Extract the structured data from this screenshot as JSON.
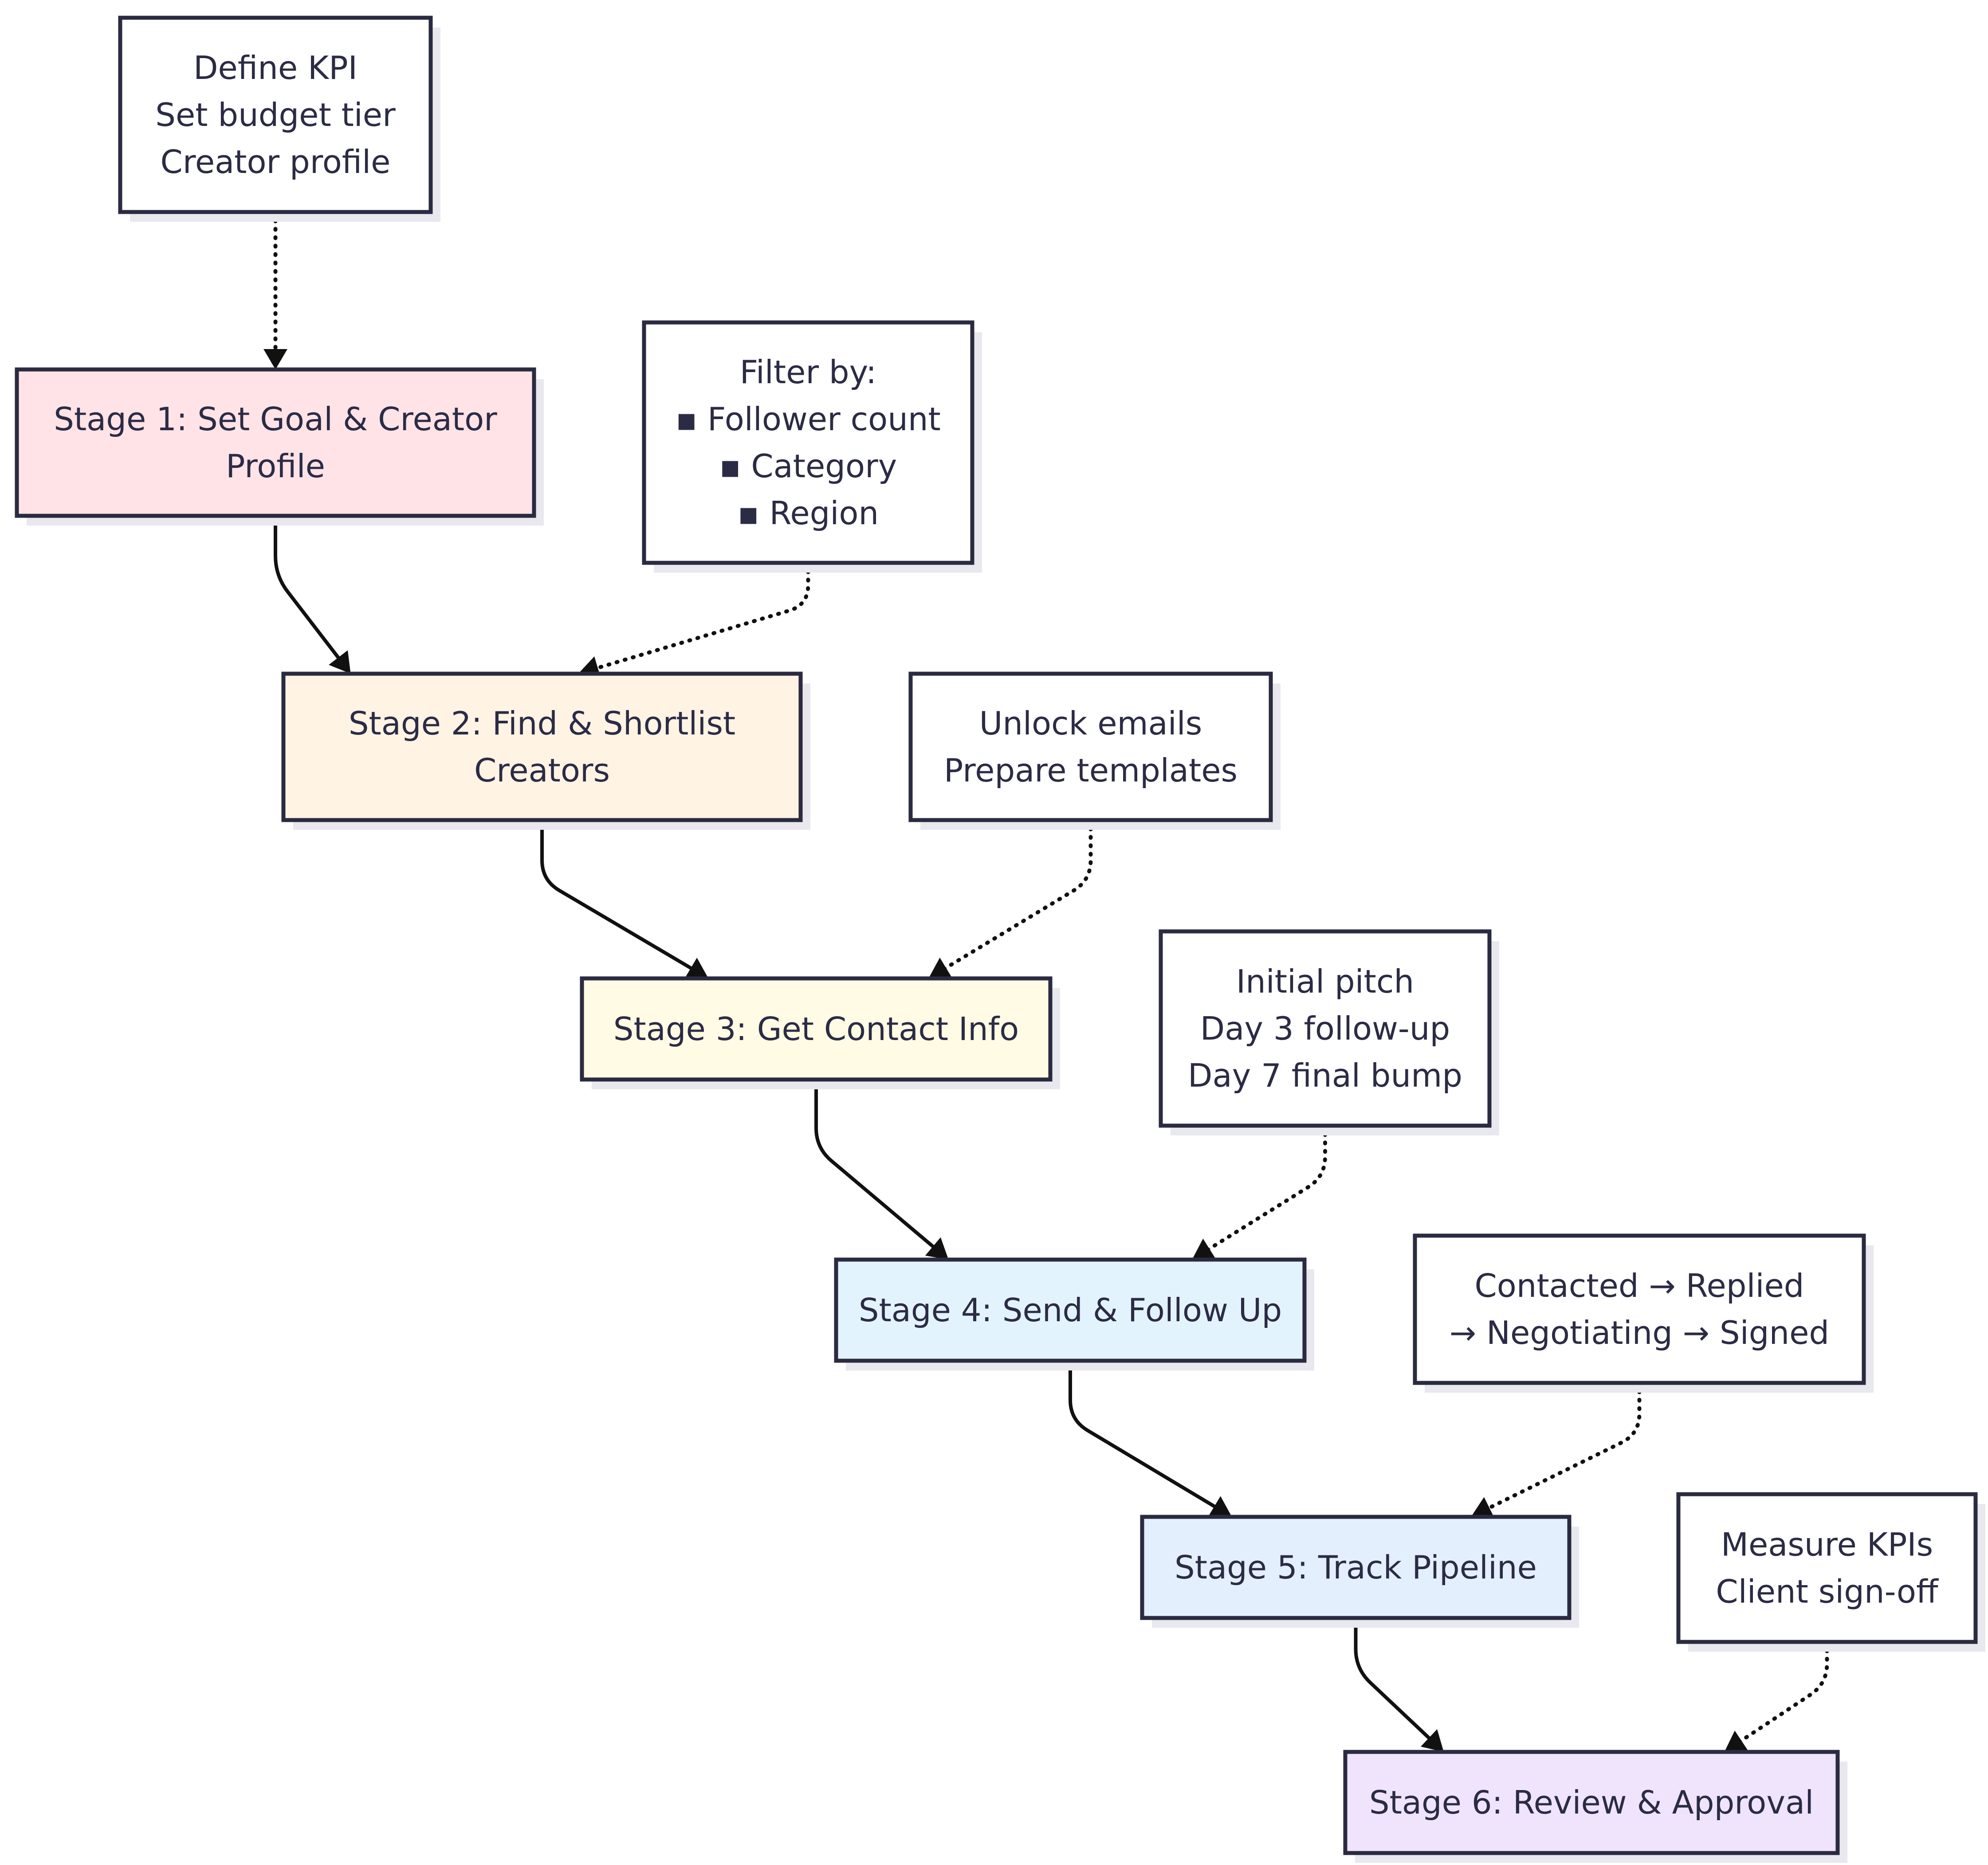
{
  "colors": {
    "stage1": "#ffe3e6",
    "stage2": "#fff3e4",
    "stage3": "#fffbe4",
    "stage4": "#e3f3fd",
    "stage5": "#e3effd",
    "stage6": "#efe4fb",
    "note": "#ffffff",
    "border": "#2a2a40",
    "text": "#2b2b45"
  },
  "nodes": {
    "note_goal": {
      "lines": [
        "Define KPI",
        "Set budget tier",
        "Creator profile"
      ],
      "fill": "note"
    },
    "stage1": {
      "lines": [
        "Stage 1: Set Goal & Creator",
        "Profile"
      ],
      "fill": "stage1"
    },
    "note_filter": {
      "lines": [
        "Filter by:",
        "▪ Follower count",
        "▪ Category",
        "▪ Region"
      ],
      "fill": "note"
    },
    "stage2": {
      "lines": [
        "Stage 2: Find & Shortlist",
        "Creators"
      ],
      "fill": "stage2"
    },
    "note_emails": {
      "lines": [
        "Unlock emails",
        "Prepare templates"
      ],
      "fill": "note"
    },
    "stage3": {
      "lines": [
        "Stage 3: Get Contact Info"
      ],
      "fill": "stage3"
    },
    "note_pitch": {
      "lines": [
        "Initial pitch",
        "Day 3 follow-up",
        "Day 7 final bump"
      ],
      "fill": "note"
    },
    "stage4": {
      "lines": [
        "Stage 4: Send & Follow Up"
      ],
      "fill": "stage4"
    },
    "note_pipeline": {
      "lines": [
        "Contacted → Replied",
        "→ Negotiating → Signed"
      ],
      "fill": "note"
    },
    "stage5": {
      "lines": [
        "Stage 5: Track Pipeline"
      ],
      "fill": "stage5"
    },
    "note_kpis": {
      "lines": [
        "Measure KPIs",
        "Client sign-off"
      ],
      "fill": "note"
    },
    "stage6": {
      "lines": [
        "Stage 6: Review & Approval"
      ],
      "fill": "stage6"
    }
  },
  "edges": [
    {
      "from": "note_goal",
      "to": "stage1",
      "style": "dotted"
    },
    {
      "from": "stage1",
      "to": "stage2",
      "style": "solid"
    },
    {
      "from": "note_filter",
      "to": "stage2",
      "style": "dotted"
    },
    {
      "from": "stage2",
      "to": "stage3",
      "style": "solid"
    },
    {
      "from": "note_emails",
      "to": "stage3",
      "style": "dotted"
    },
    {
      "from": "stage3",
      "to": "stage4",
      "style": "solid"
    },
    {
      "from": "note_pitch",
      "to": "stage4",
      "style": "dotted"
    },
    {
      "from": "stage4",
      "to": "stage5",
      "style": "solid"
    },
    {
      "from": "note_pipeline",
      "to": "stage5",
      "style": "dotted"
    },
    {
      "from": "stage5",
      "to": "stage6",
      "style": "solid"
    },
    {
      "from": "note_kpis",
      "to": "stage6",
      "style": "dotted"
    }
  ]
}
